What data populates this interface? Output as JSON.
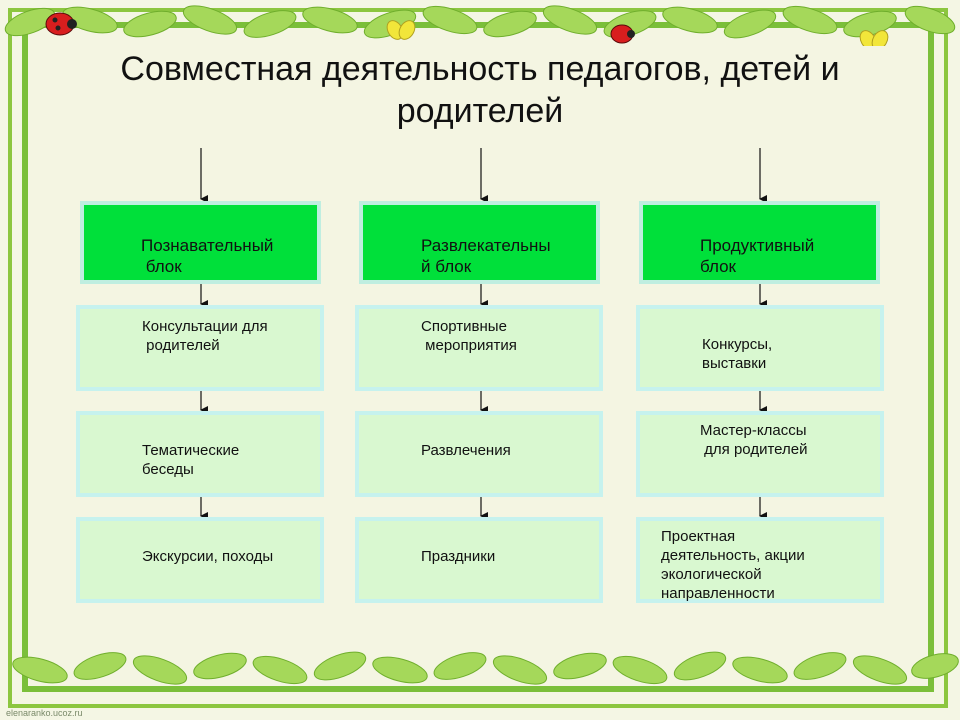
{
  "title": "Совместная деятельность педагогов, детей и родителей",
  "columns": [
    {
      "head": "Познавательный\n блок",
      "items": [
        "Консультации для\n родителей",
        "Тематические\nбеседы",
        "Экскурсии, походы"
      ]
    },
    {
      "head": "Развлекательны\nй блок",
      "items": [
        "Спортивные\n мероприятия",
        "Развлечения",
        "Праздники"
      ]
    },
    {
      "head": "Продуктивный\nблок",
      "items": [
        "Конкурсы,\nвыставки",
        "Мастер-классы\n для родителей",
        "Проектная\nдеятельность, акции\nэкологической\nнаправленности"
      ]
    }
  ],
  "footer": "elenaranko.ucoz.ru",
  "colors": {
    "head_fill": "#00e03a",
    "item_fill": "#d9f8d0",
    "frame": "#7bbf3a"
  }
}
